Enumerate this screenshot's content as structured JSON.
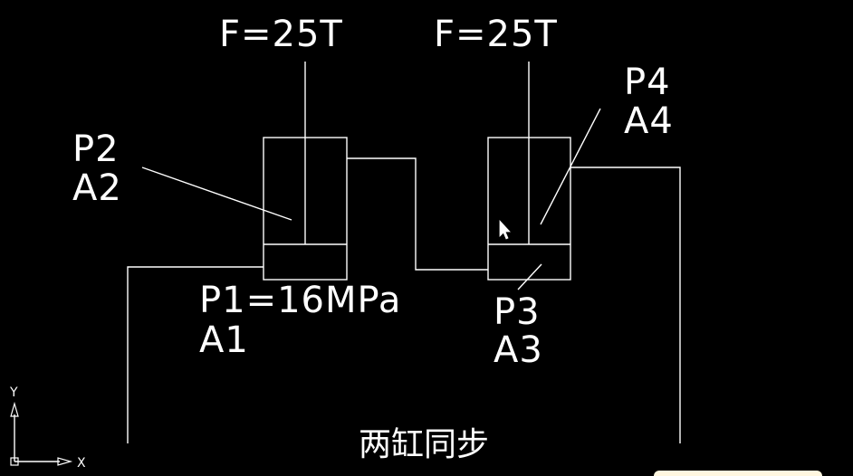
{
  "diagram": {
    "colors": {
      "background": "#000000",
      "line": "#ffffff",
      "text": "#ffffff",
      "corner_tab": "#fff7e0"
    },
    "cylinder_left": {
      "force_label": "F=25T",
      "rod_side_pressure_label": "P2",
      "rod_side_area_label": "A2",
      "cap_side_pressure_label": "P1=16MPa",
      "cap_side_area_label": "A1"
    },
    "cylinder_right": {
      "force_label": "F=25T",
      "rod_side_pressure_label": "P4",
      "rod_side_area_label": "A4",
      "cap_side_pressure_label": "P3",
      "cap_side_area_label": "A3"
    },
    "caption": "两缸同步",
    "ucs_icon": {
      "x_label": "X",
      "y_label": "Y"
    },
    "cursor_icon": "mouse-pointer-icon"
  }
}
